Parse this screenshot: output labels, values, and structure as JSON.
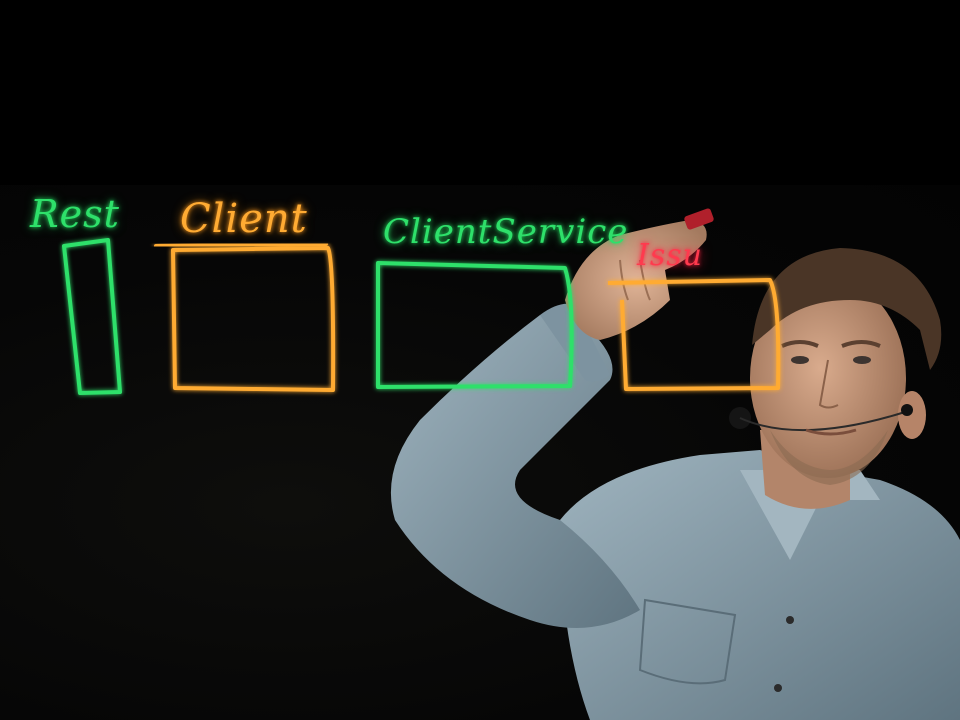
{
  "whiteboard": {
    "labels": {
      "rest": "Rest",
      "client": "Client",
      "client_service": "ClientService",
      "issue": "Issu"
    }
  },
  "colors": {
    "board_background": "#000000",
    "green_ink": "#2ee06a",
    "orange_ink": "#ffab33",
    "red_ink": "#ff3a4e",
    "shirt": "#8fa6b2",
    "skin": "#c9997c",
    "hair": "#4a3526"
  },
  "scene": {
    "subject": "presenter writing on glass lightboard",
    "shirt": "light-blue denim shirt",
    "accessories": [
      "headset-microphone"
    ]
  }
}
